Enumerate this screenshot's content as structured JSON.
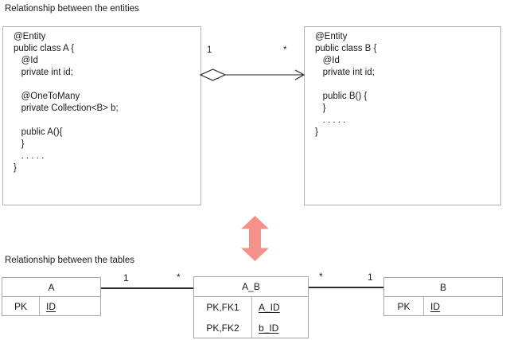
{
  "titles": {
    "entities": "Relationship between the entities",
    "tables": "Relationship between the tables"
  },
  "class_diagram": {
    "class_a": {
      "code": "@Entity\npublic class A {\n   @Id\n   private int id;\n\n   @OneToMany\n   private Collection<B> b;\n\n   public A(){\n   }\n   . . . . .\n}"
    },
    "class_b": {
      "code": "@Entity\npublic class B {\n   @Id\n   private int id;\n\n   public B() {\n   }\n   . . . . .\n}"
    },
    "association": {
      "type": "aggregation with open arrow from A to B",
      "left_multiplicity": "1",
      "right_multiplicity": "*"
    }
  },
  "transform_arrow": {
    "icon": "double-vertical-arrow",
    "color": "#f4918a"
  },
  "table_diagram": {
    "tables": [
      {
        "name": "A",
        "rows": [
          {
            "key": "PK",
            "col": "ID"
          }
        ]
      },
      {
        "name": "A_B",
        "rows": [
          {
            "key": "PK,FK1",
            "col": "A_ID"
          },
          {
            "key": "PK,FK2",
            "col": "b_ID"
          }
        ]
      },
      {
        "name": "B",
        "rows": [
          {
            "key": "PK",
            "col": "ID"
          }
        ]
      }
    ],
    "connectors": [
      {
        "left_label": "1",
        "right_label": "*"
      },
      {
        "left_label": "*",
        "right_label": "1"
      }
    ]
  },
  "colors": {
    "pink_arrow": "#f4918a",
    "box_border": "#b3b3b3",
    "table_border": "#a6a6a6",
    "line": "#2e2e2e"
  }
}
